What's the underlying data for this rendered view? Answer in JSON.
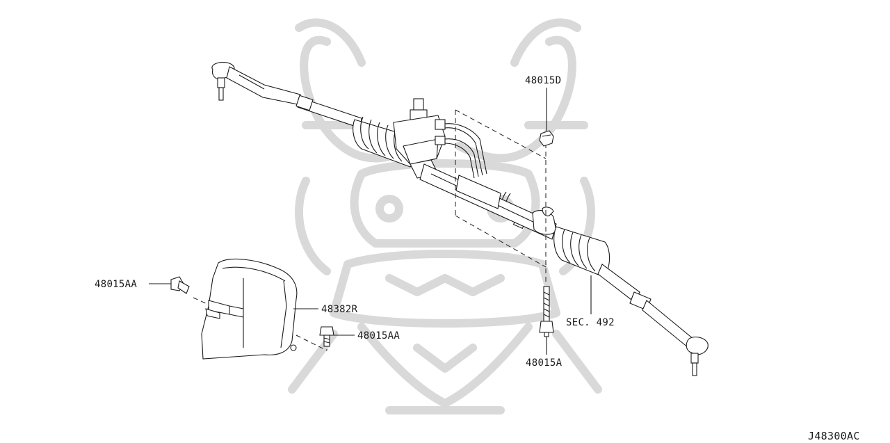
{
  "diagram": {
    "code": "J48300AC",
    "callouts": {
      "top_nut": "48015D",
      "bolt_left": "48015AA",
      "bracket": "48382R",
      "bolt_center": "48015AA",
      "stud": "48015A",
      "section_ref": "SEC. 492"
    }
  }
}
